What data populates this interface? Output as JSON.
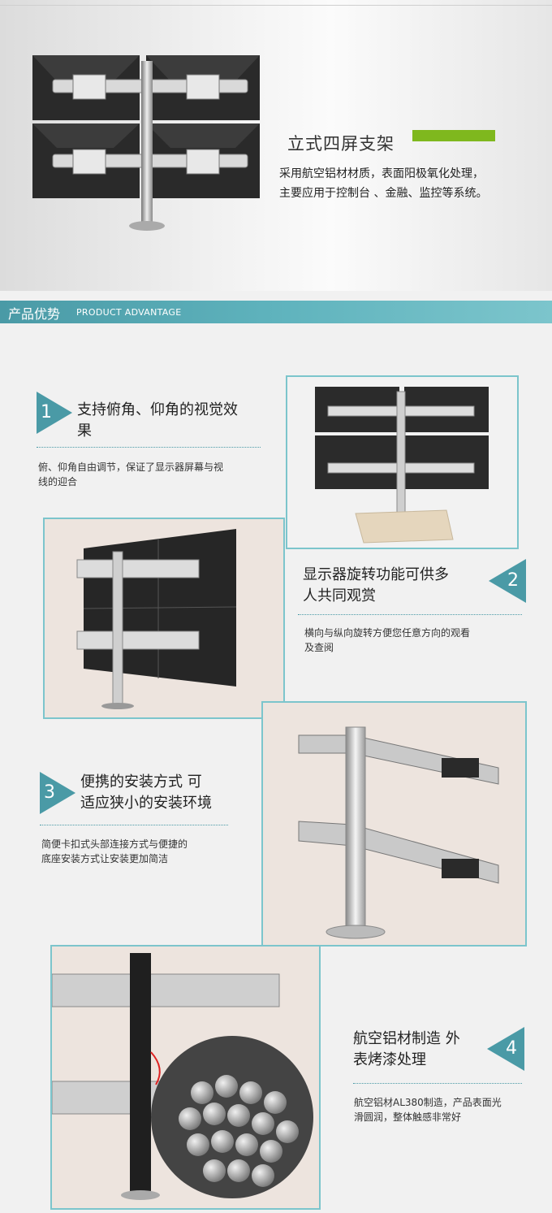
{
  "hero": {
    "title": "立式四屏支架",
    "desc_line1": "采用航空铝材材质，表面阳极氧化处理，",
    "desc_line2": "主要应用于控制台 、金融、监控等系统。",
    "accent_color": "#7fb81e"
  },
  "banner": {
    "title_cn": "产品优势",
    "title_en": "PRODUCT ADVANTAGE",
    "color": "#4a9aa6"
  },
  "features": [
    {
      "number": "1",
      "title_line1": "支持俯角、仰角的视觉效",
      "title_line2": "果",
      "desc_line1": "俯、仰角自由调节，保证了显示器屏幕与视",
      "desc_line2": "线的迎合"
    },
    {
      "number": "2",
      "title_line1": "显示器旋转功能可供多",
      "title_line2": "人共同观赏",
      "desc_line1": "横向与纵向旋转方便您任意方向的观看",
      "desc_line2": "及查阅"
    },
    {
      "number": "3",
      "title_line1": "便携的安装方式 可",
      "title_line2": "适应狭小的安装环境",
      "desc_line1": "简便卡扣式头部连接方式与便捷的",
      "desc_line2": "底座安装方式让安装更加简洁"
    },
    {
      "number": "4",
      "title_line1": "航空铝材制造 外",
      "title_line2": "表烤漆处理",
      "desc_line1": "航空铝材AL380制造，产品表面光",
      "desc_line2": "滑圆润，整体触感非常好"
    }
  ],
  "icons": {
    "number_badge": "triangle-number-badge-icon"
  }
}
